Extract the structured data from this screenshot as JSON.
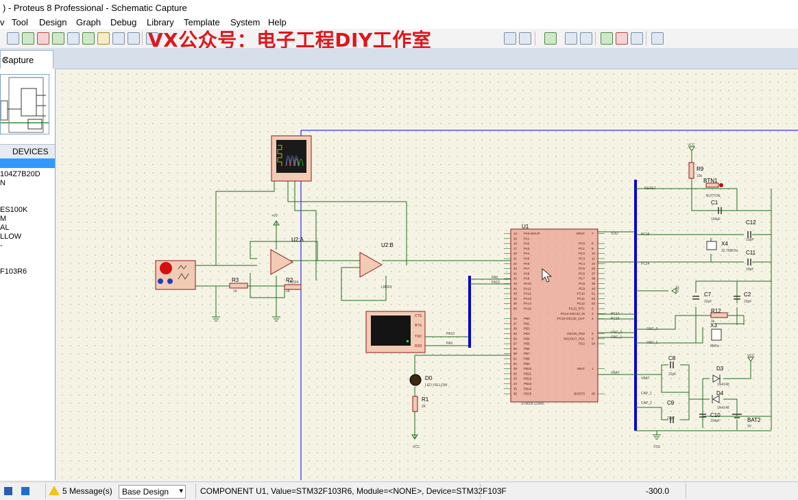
{
  "window": {
    "title": ")  - Proteus 8 Professional - Schematic Capture"
  },
  "menu": [
    "v",
    "Tool",
    "Design",
    "Graph",
    "Debug",
    "Library",
    "Template",
    "System",
    "Help"
  ],
  "watermark": "VX公众号：电子工程DIY工作室",
  "tab": {
    "label": "Capture",
    "close": "✕"
  },
  "devices": {
    "header": "DEVICES",
    "items": [
      "104Z7B20D",
      "N",
      "ES100K",
      "M",
      "AL",
      "LLOW",
      "-",
      "F103R6"
    ]
  },
  "schematic": {
    "labels": {
      "u1": "U1",
      "u1_part": "STM32F103R6",
      "u2a": "U2:A",
      "u2b": "U2:B",
      "lm324": "LM324",
      "lm324b": "LM324",
      "p5v": "+5V",
      "r2": "R2",
      "r2v": "2K",
      "r3": "R3",
      "r3v": "1K",
      "r1": "R1",
      "r1v": "2K",
      "d0": "D0",
      "d0v": "LED-YELLOW",
      "vcc_top": "VCC",
      "vcc_bot": "VCC",
      "vcc_right": "VCC",
      "r9": "R9",
      "r9v": "10k",
      "btn1": "BTN1",
      "btnv": "BUTTON",
      "c1": "C1",
      "c1v": "104pF",
      "c12": "C12",
      "c12v": "10pF",
      "x4": "X4",
      "x4v": "32.768KHz",
      "c11": "C11",
      "c11v": "10pF",
      "c7": "C7",
      "c7v": "22pF",
      "c2": "C2",
      "c2v": "22pF",
      "r12": "R12",
      "r12v": "1k",
      "x3": "X3",
      "x3v": "8MHz",
      "c8": "C8",
      "c8v": "22pF",
      "c9": "C9",
      "c9v": "22pF",
      "d3": "D3",
      "d3v": "1N4148",
      "d4": "D4",
      "d4v": "1N4148",
      "c10": "C10",
      "c10v": "104pF",
      "bat2": "BAT2",
      "bat2v": "3V",
      "vss": "VSS",
      "vdd_r": "VDD",
      "reset": "RESET",
      "vdd": "VDD",
      "pc15": "PC15",
      "pc14": "PC14",
      "pc14b": "PC14",
      "pc15b": "PC15",
      "osc0": "OSC_0",
      "osc1": "OSC_1",
      "osc0b": "OSC_0",
      "osc1b": "OSC_1",
      "vbat": "VBAT",
      "vbat2": "VBAT",
      "cap1": "CAP_1",
      "cap2": "CAP_2",
      "pa9": "PA9",
      "pa10": "PA10",
      "pa10b": "PA10",
      "pa9b": "PA9",
      "cts": "CTS",
      "rts": "RTS",
      "txd": "TXD",
      "rxd": "RXD"
    },
    "u1_left_pins": [
      "PA0-WKUP",
      "PA1",
      "PA2",
      "PA3",
      "PA4",
      "PA5",
      "PA6",
      "PA7",
      "PA8",
      "PA9",
      "PA10",
      "PA11",
      "PA12",
      "PA13",
      "PA14",
      "PA15",
      "",
      "PB0",
      "PB1",
      "PB2",
      "PB3",
      "PB4",
      "PB5",
      "PB6",
      "PB7",
      "PB8",
      "PB9",
      "PB10",
      "PB11",
      "PB12",
      "PB13",
      "PB14",
      "PB15"
    ],
    "u1_left_nums": [
      "14",
      "15",
      "16",
      "17",
      "20",
      "21",
      "22",
      "23",
      "41",
      "42",
      "43",
      "44",
      "45",
      "46",
      "49",
      "50",
      "",
      "26",
      "27",
      "28",
      "55",
      "56",
      "57",
      "58",
      "59",
      "61",
      "62",
      "29",
      "30",
      "33",
      "34",
      "35",
      "36"
    ],
    "u1_right_pins": [
      "NRST",
      "",
      "PC0",
      "PC1",
      "PC2",
      "PC3",
      "PC4",
      "PC5",
      "PC6",
      "PC7",
      "PC8",
      "PC9",
      "PC10",
      "PC11",
      "PC12",
      "PC13_RTC",
      "PC14-OSC32_IN",
      "PC15-OSC32_OUT",
      "",
      "",
      "OSCIN_PD0",
      "OSCOUT_PD1",
      "PD2",
      "",
      "",
      "",
      "",
      "VBAT",
      "",
      "",
      "",
      "",
      "BOOT0"
    ],
    "u1_right_nums": [
      "7",
      "",
      "8",
      "9",
      "10",
      "11",
      "24",
      "25",
      "37",
      "38",
      "39",
      "40",
      "51",
      "52",
      "53",
      "2",
      "3",
      "4",
      "",
      "",
      "5",
      "6",
      "54",
      "",
      "",
      "",
      "",
      "1",
      "",
      "",
      "",
      "",
      "60"
    ]
  },
  "statusbar": {
    "messages": "5 Message(s)",
    "design": "Base Design",
    "component": "COMPONENT U1, Value=STM32F103R6, Module=<NONE>, Device=STM32F103F",
    "coord": "-300.0"
  },
  "colors": {
    "wire": "#1f6b1f",
    "bus": "#0000ff",
    "part_fill": "#f2cbb5",
    "part_border": "#8b1a1a",
    "u1_fill": "#e8a090",
    "text_red": "#8b0000",
    "watermark": "#e0161b"
  }
}
